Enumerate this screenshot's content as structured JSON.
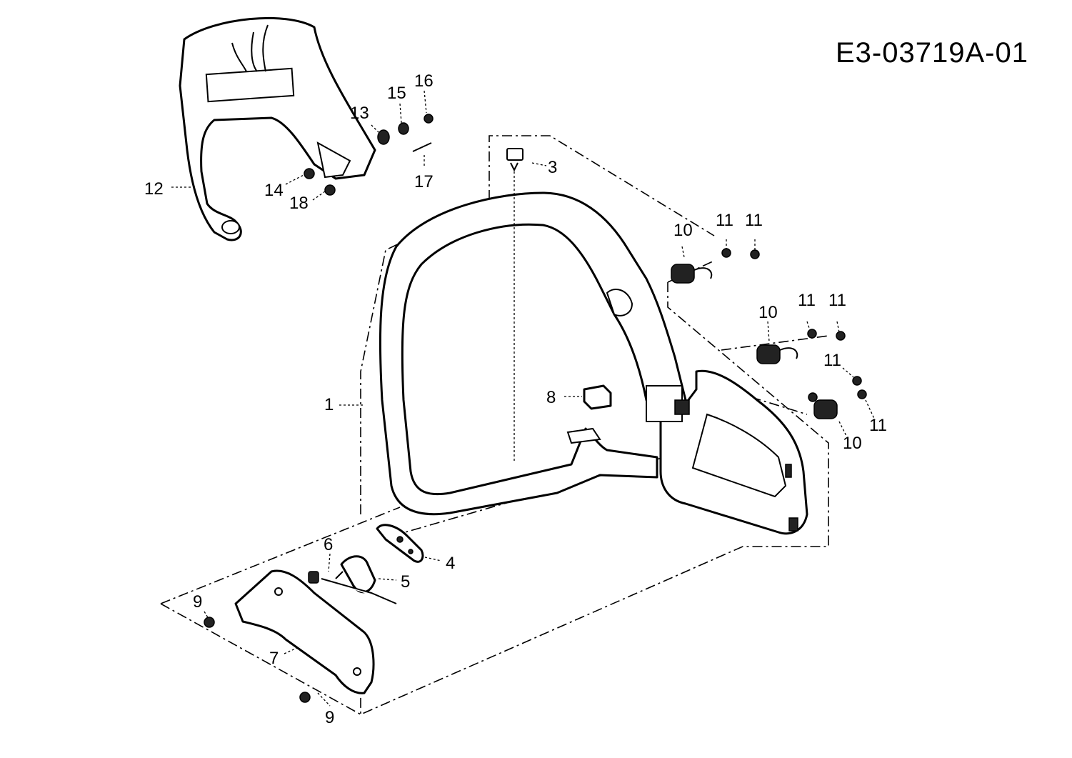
{
  "diagram_code": "E3-03719A-01",
  "callouts": [
    {
      "id": "c1",
      "text": "1"
    },
    {
      "id": "c3",
      "text": "3"
    },
    {
      "id": "c4",
      "text": "4"
    },
    {
      "id": "c5",
      "text": "5"
    },
    {
      "id": "c6",
      "text": "6"
    },
    {
      "id": "c7",
      "text": "7"
    },
    {
      "id": "c8",
      "text": "8"
    },
    {
      "id": "c9a",
      "text": "9"
    },
    {
      "id": "c9b",
      "text": "9"
    },
    {
      "id": "c10a",
      "text": "10"
    },
    {
      "id": "c10b",
      "text": "10"
    },
    {
      "id": "c10c",
      "text": "10"
    },
    {
      "id": "c11a",
      "text": "11"
    },
    {
      "id": "c11b",
      "text": "11"
    },
    {
      "id": "c11c",
      "text": "11"
    },
    {
      "id": "c11d",
      "text": "11"
    },
    {
      "id": "c11e",
      "text": "11"
    },
    {
      "id": "c11f",
      "text": "11"
    },
    {
      "id": "c12",
      "text": "12"
    },
    {
      "id": "c13",
      "text": "13"
    },
    {
      "id": "c14",
      "text": "14"
    },
    {
      "id": "c15",
      "text": "15"
    },
    {
      "id": "c16",
      "text": "16"
    },
    {
      "id": "c17",
      "text": "17"
    },
    {
      "id": "c18",
      "text": "18"
    }
  ]
}
